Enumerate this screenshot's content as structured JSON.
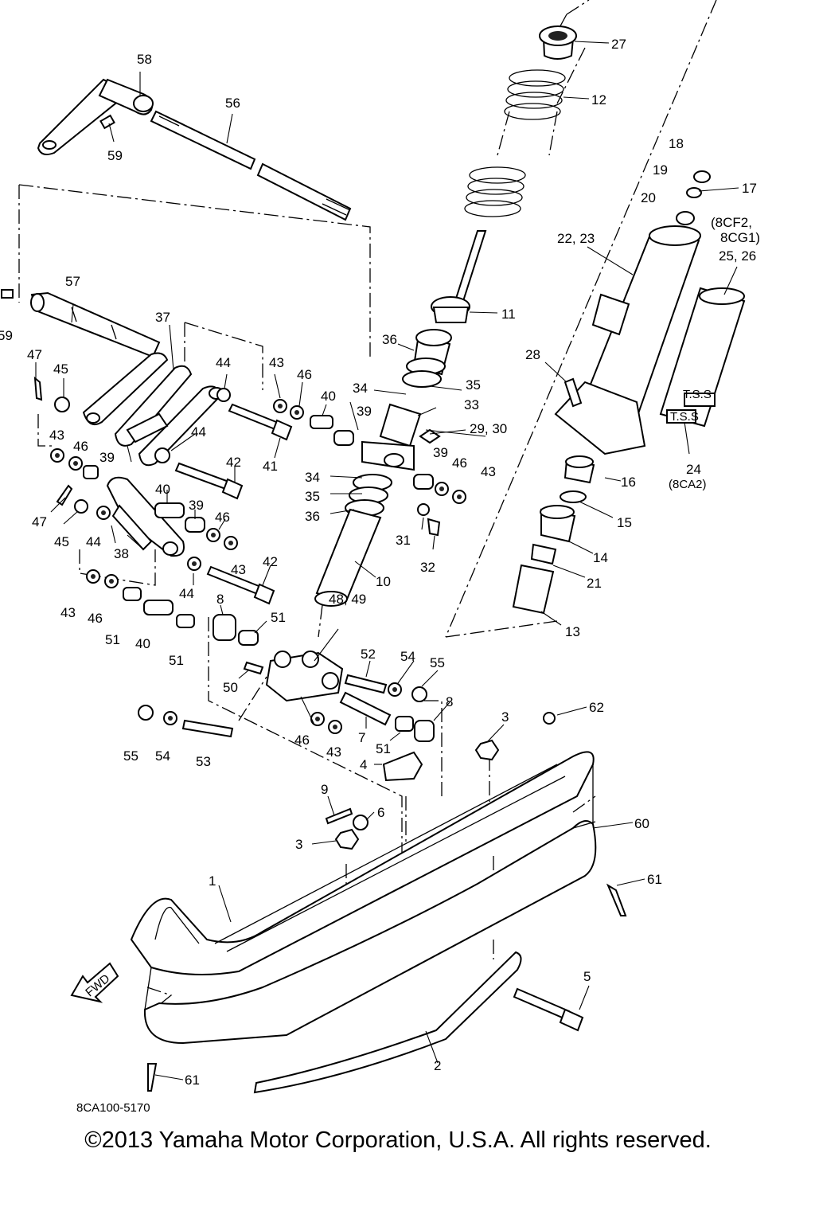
{
  "labels": {
    "p1": "1",
    "p2": "2",
    "p3a": "3",
    "p3b": "3",
    "p4": "4",
    "p5": "5",
    "p6": "6",
    "p7": "7",
    "p8a": "8",
    "p8b": "8",
    "p9": "9",
    "p10": "10",
    "p11": "11",
    "p12": "12",
    "p13": "13",
    "p14": "14",
    "p15": "15",
    "p16": "16",
    "p17": "17",
    "p18": "18",
    "p19": "19",
    "p20": "20",
    "p21": "21",
    "p22_23": "22, 23",
    "p24": "24",
    "p24_note": "(8CA2)",
    "p25_26": "25, 26",
    "note_8cf2": "(8CF2,",
    "note_8cg1": "8CG1)",
    "p27": "27",
    "p28": "28",
    "p29_30": "29, 30",
    "p31": "31",
    "p32": "32",
    "p33": "33",
    "p34a": "34",
    "p34b": "34",
    "p35a": "35",
    "p35b": "35",
    "p36a": "36",
    "p36b": "36",
    "p37": "37",
    "p38": "38",
    "p39a": "39",
    "p39b": "39",
    "p39c": "39",
    "p39d": "39",
    "p40a": "40",
    "p40b": "40",
    "p40c": "40",
    "p41": "41",
    "p42a": "42",
    "p42b": "42",
    "p43a": "43",
    "p43b": "43",
    "p43c": "43",
    "p43d": "43",
    "p43e": "43",
    "p43f": "43",
    "p44a": "44",
    "p44b": "44",
    "p44c": "44",
    "p44d": "44",
    "p45a": "45",
    "p45b": "45",
    "p46a": "46",
    "p46b": "46",
    "p46c": "46",
    "p46d": "46",
    "p46e": "46",
    "p47a": "47",
    "p47b": "47",
    "p48_49": "48, 49",
    "p50": "50",
    "p51a": "51",
    "p51b": "51",
    "p51c": "51",
    "p51d": "51",
    "p52": "52",
    "p53": "53",
    "p54a": "54",
    "p54b": "54",
    "p55a": "55",
    "p55b": "55",
    "p56": "56",
    "p57": "57",
    "p58": "58",
    "p59a": "59",
    "p59b": "59",
    "p60": "60",
    "p61a": "61",
    "p61b": "61",
    "p62": "62",
    "tss": "T.S.S",
    "fwd": "FWD",
    "diagram_code": "8CA100-5170"
  },
  "footer": {
    "copyright": "©2013 Yamaha Motor Corporation, U.S.A. All rights reserved."
  }
}
